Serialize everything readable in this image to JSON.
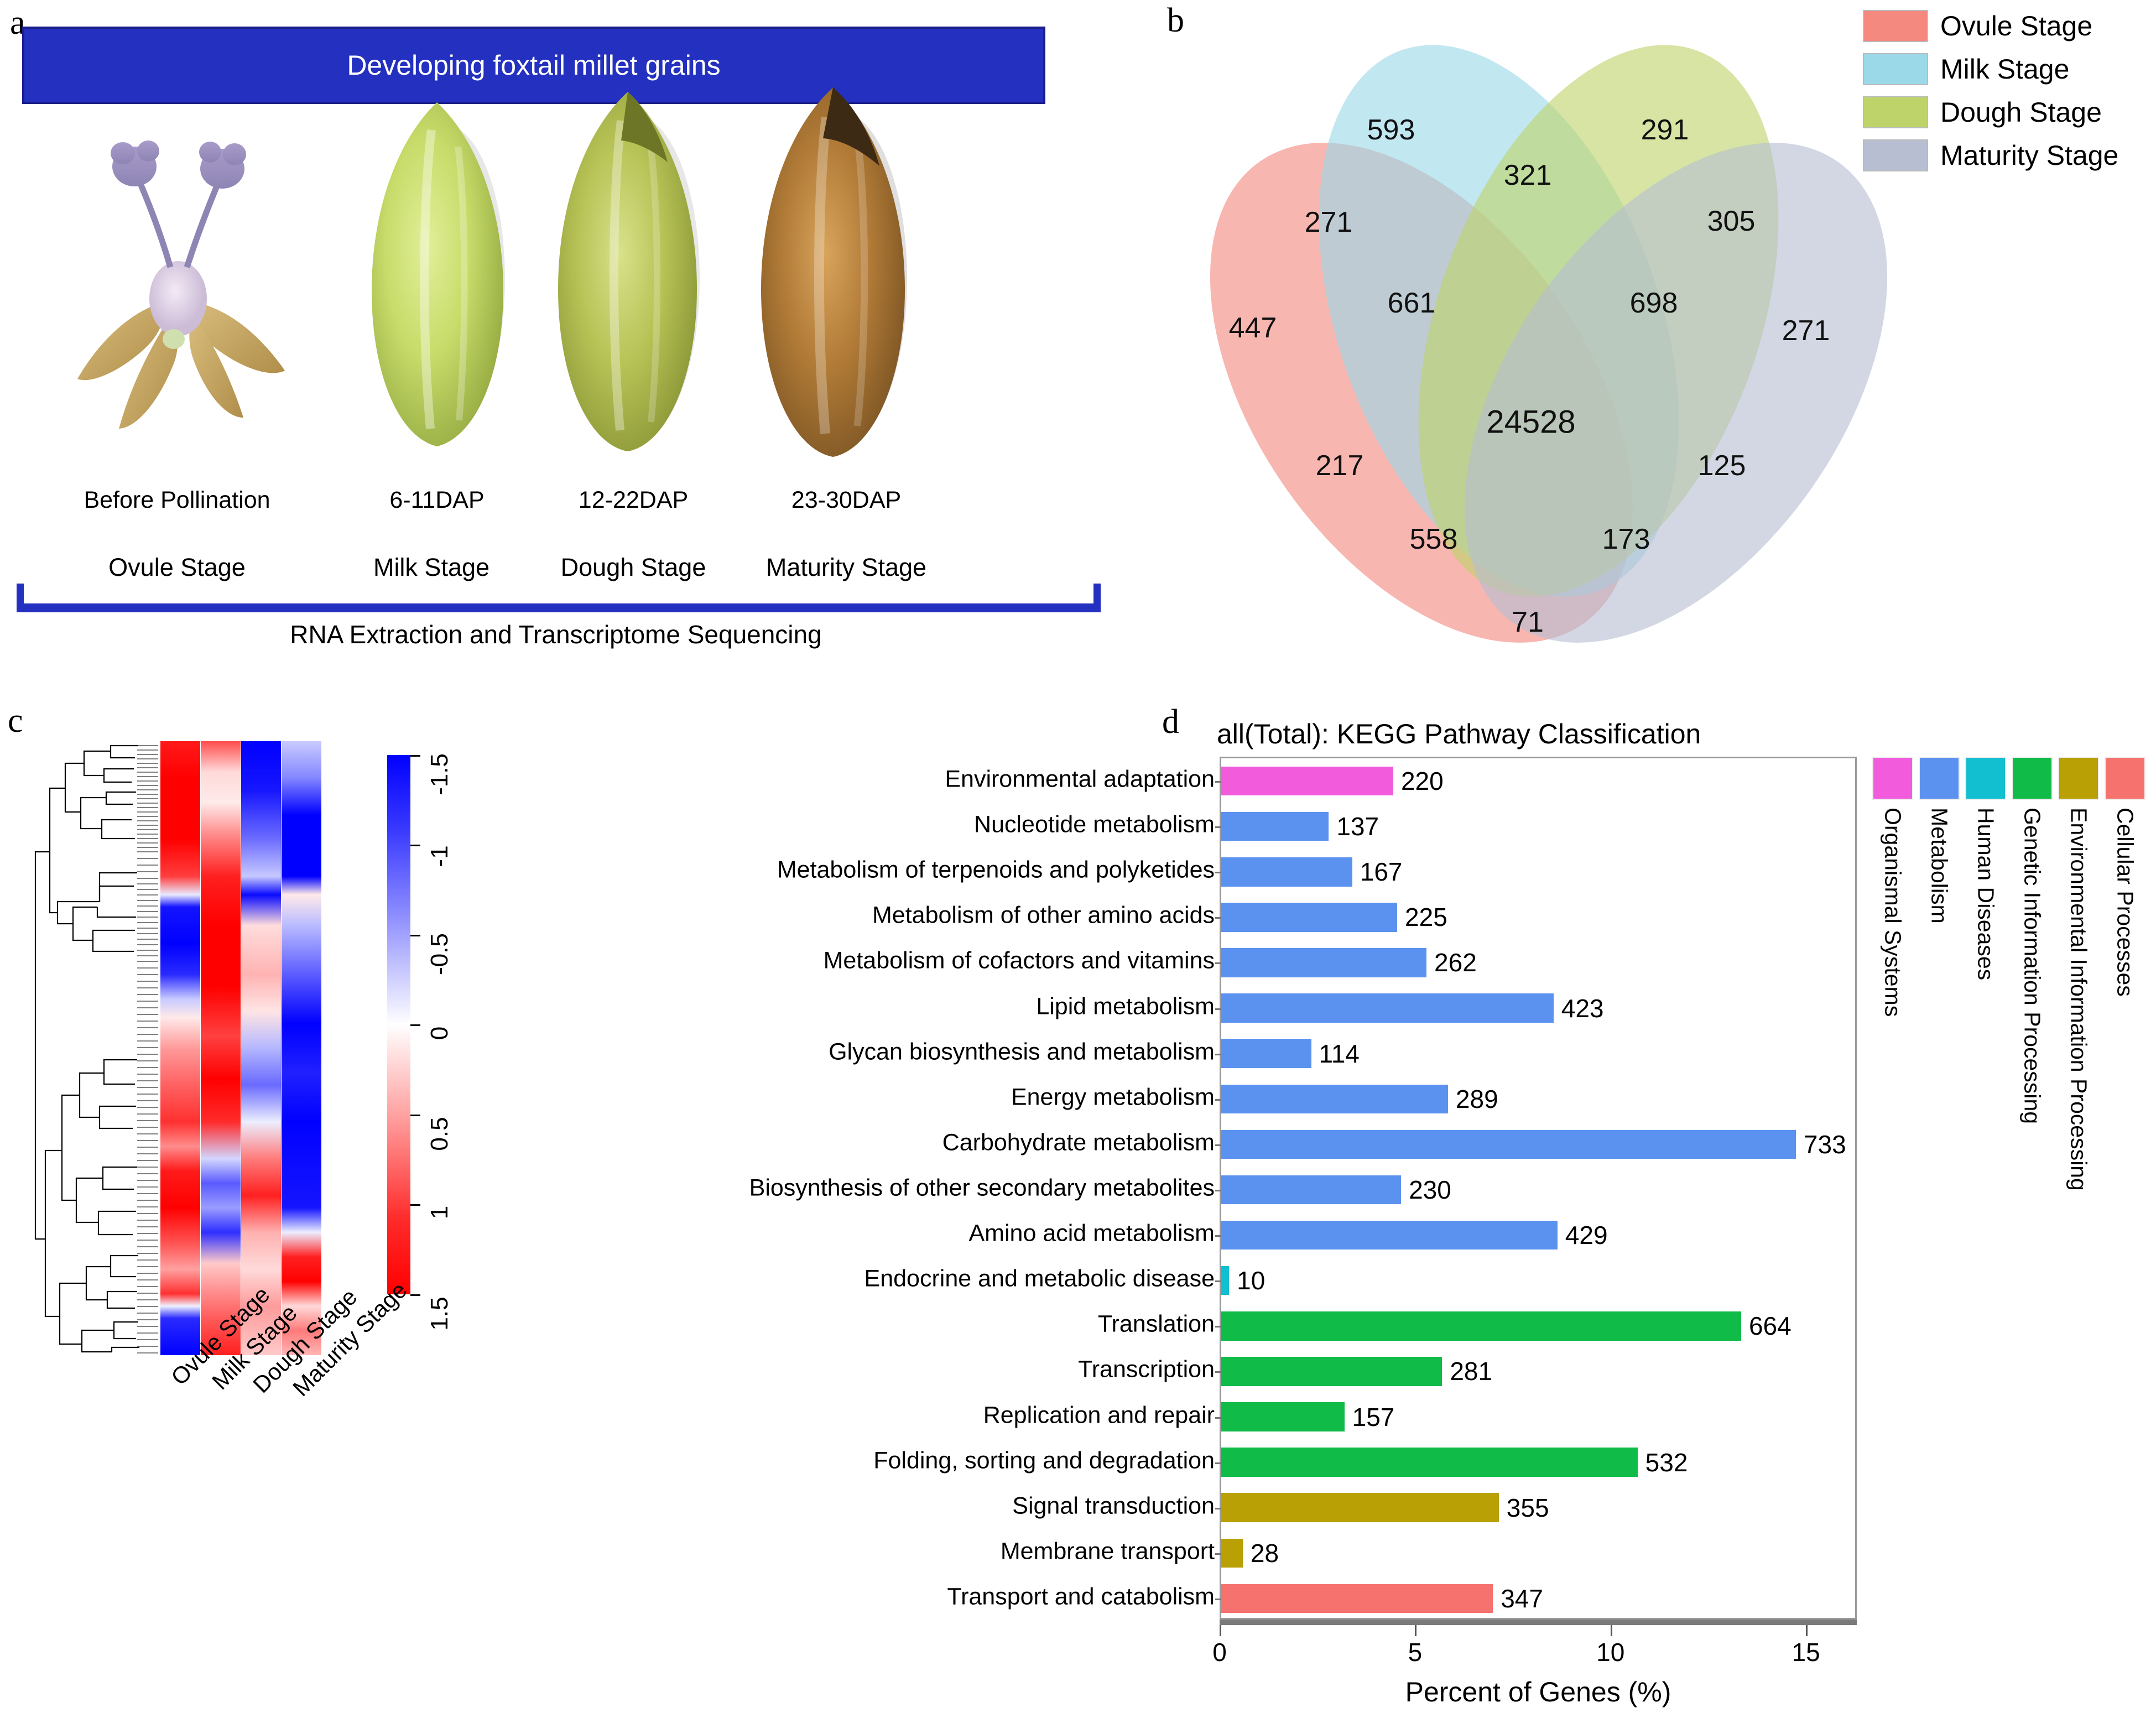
{
  "panels": {
    "a_letter": "a",
    "b_letter": "b",
    "c_letter": "c",
    "d_letter": "d"
  },
  "panel_a": {
    "banner_title": "Developing foxtail millet grains",
    "bottom_label": "RNA Extraction and Transcriptome Sequencing",
    "items": [
      {
        "caption": "Before Pollination",
        "stage": "Ovule Stage",
        "kind": "flower"
      },
      {
        "caption": "6-11DAP",
        "stage": "Milk Stage",
        "kind": "grain-green"
      },
      {
        "caption": "12-22DAP",
        "stage": "Dough Stage",
        "kind": "grain-olive"
      },
      {
        "caption": "23-30DAP",
        "stage": "Maturity Stage",
        "kind": "grain-brown"
      }
    ],
    "colors": {
      "banner_bg": "#2430BF",
      "banner_text": "#FFFFFF",
      "bracket": "#2430BF"
    }
  },
  "panel_b": {
    "legend": [
      {
        "label": "Ovule Stage",
        "color": "#F4897F"
      },
      {
        "label": "Milk Stage",
        "color": "#9BD9E8"
      },
      {
        "label": "Dough Stage",
        "color": "#BED46A"
      },
      {
        "label": "Maturity Stage",
        "color": "#B7BED2"
      }
    ],
    "venn_title": "",
    "counts": {
      "milk_only": "593",
      "dough_only": "291",
      "ovule_only": "447",
      "maturity_only": "271",
      "milk_dough": "321",
      "ovule_milk": "271",
      "dough_maturity": "305",
      "ovule_milk_dough": "661",
      "milk_dough_maturity": "698",
      "ovule_dough": "217",
      "milk_maturity": "125",
      "ovule_dough_maturity": "558",
      "ovule_milk_maturity": "173",
      "ovule_maturity": "71",
      "all_four": "24528"
    }
  },
  "panel_c": {
    "column_labels": [
      "Ovule Stage",
      "Milk Stage",
      "Dough Stage",
      "Maturity Stage"
    ],
    "colorbar_ticks": [
      "-1.5",
      "-1",
      "-0.5",
      "0",
      "0.5",
      "1",
      "1.5"
    ],
    "colorbar_low_color": "#0000FF",
    "colorbar_mid_color": "#FFFFFF",
    "colorbar_high_color": "#FF0000"
  },
  "panel_d": {
    "title": "all(Total): KEGG Pathway Classification",
    "xlabel": "Percent of Genes (%)",
    "legend": [
      {
        "label": "Organismal Systems",
        "color": "#F15BDC"
      },
      {
        "label": "Metabolism",
        "color": "#5B92F0"
      },
      {
        "label": "Human Diseases",
        "color": "#12BFD0"
      },
      {
        "label": "Genetic Information Processing",
        "color": "#10BB48"
      },
      {
        "label": "Environmental Information Processing",
        "color": "#B8A005"
      },
      {
        "label": "Cellular Processes",
        "color": "#F6726F"
      }
    ]
  },
  "chart_data": {
    "type": "bar",
    "orientation": "horizontal",
    "title": "all(Total): KEGG Pathway Classification",
    "xlabel": "Percent of Genes (%)",
    "ylabel": "",
    "xlim": [
      0,
      16.3
    ],
    "xticks": [
      "0",
      "5",
      "10",
      "15"
    ],
    "grid": false,
    "legend_position": "right-outside",
    "categories": [
      "Environmental adaptation",
      "Nucleotide metabolism",
      "Metabolism of terpenoids and polyketides",
      "Metabolism of other amino acids",
      "Metabolism of cofactors and vitamins",
      "Lipid metabolism",
      "Glycan biosynthesis and metabolism",
      "Energy metabolism",
      "Carbohydrate metabolism",
      "Biosynthesis of other secondary metabolites",
      "Amino acid metabolism",
      "Endocrine and metabolic disease",
      "Translation",
      "Transcription",
      "Replication and repair",
      "Folding, sorting and degradation",
      "Signal transduction",
      "Membrane transport",
      "Transport and catabolism"
    ],
    "gene_counts": [
      220,
      137,
      167,
      225,
      262,
      423,
      114,
      289,
      733,
      230,
      429,
      10,
      664,
      281,
      157,
      532,
      355,
      28,
      347
    ],
    "percent_of_genes": [
      4.4,
      2.75,
      3.35,
      4.5,
      5.25,
      8.5,
      2.3,
      5.8,
      14.7,
      4.6,
      8.6,
      0.2,
      13.3,
      5.65,
      3.15,
      10.65,
      7.1,
      0.55,
      6.95
    ],
    "value_labels": [
      "220",
      "137",
      "167",
      "225",
      "262",
      "423",
      "114",
      "289",
      "733",
      "230",
      "429",
      "10",
      "664",
      "281",
      "157",
      "532",
      "355",
      "28",
      "347"
    ],
    "group_of_each_bar": [
      "Organismal Systems",
      "Metabolism",
      "Metabolism",
      "Metabolism",
      "Metabolism",
      "Metabolism",
      "Metabolism",
      "Metabolism",
      "Metabolism",
      "Metabolism",
      "Metabolism",
      "Human Diseases",
      "Genetic Information Processing",
      "Genetic Information Processing",
      "Genetic Information Processing",
      "Genetic Information Processing",
      "Environmental Information Processing",
      "Environmental Information Processing",
      "Cellular Processes"
    ],
    "bar_colors": [
      "#F15BDC",
      "#5B92F0",
      "#5B92F0",
      "#5B92F0",
      "#5B92F0",
      "#5B92F0",
      "#5B92F0",
      "#5B92F0",
      "#5B92F0",
      "#5B92F0",
      "#5B92F0",
      "#12BFD0",
      "#10BB48",
      "#10BB48",
      "#10BB48",
      "#10BB48",
      "#B8A005",
      "#B8A005",
      "#F6726F"
    ]
  }
}
